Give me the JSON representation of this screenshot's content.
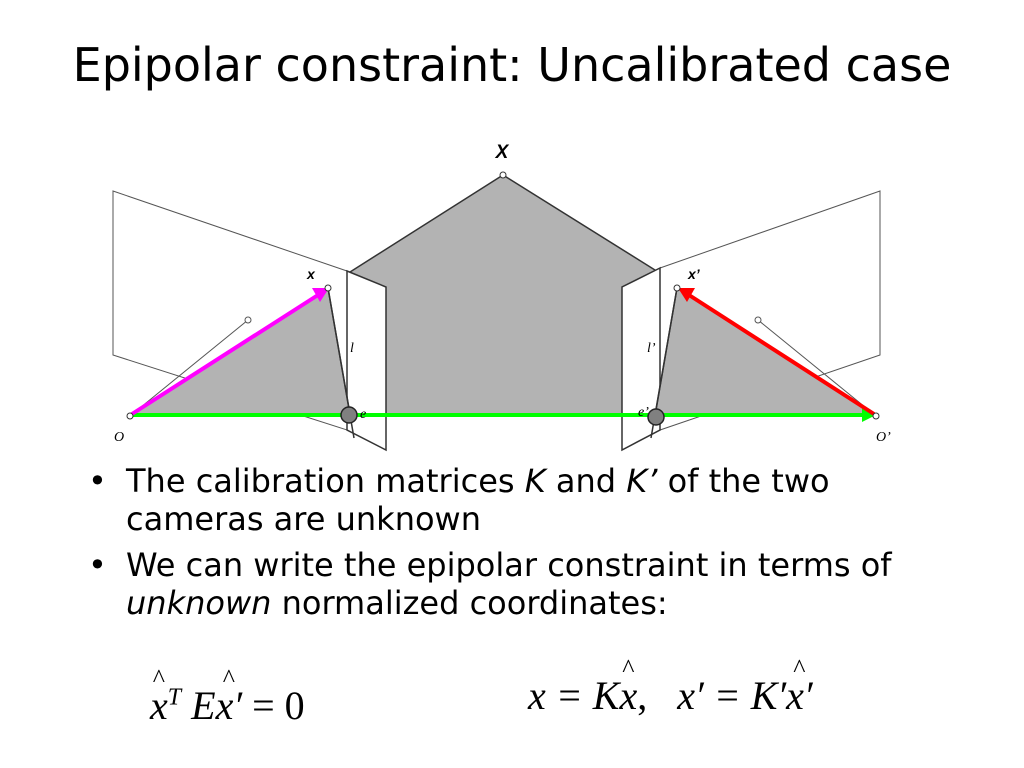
{
  "title": "Epipolar constraint: Uncalibrated case",
  "diagram": {
    "point_X": "X",
    "point_x": "x",
    "point_x_prime": "x’",
    "line_l": "l",
    "line_l_prime": "l’",
    "epipole_e": "e",
    "epipole_e_prime": "e’",
    "center_O": "O",
    "center_O_prime": "O’",
    "colors": {
      "plane_gray": "#b3b3b3",
      "magenta_arrow": "#ff00ff",
      "red_arrow": "#ff0000",
      "baseline_green": "#00ff00",
      "epipole_fill": "#808080"
    }
  },
  "bullets": {
    "b1_pre": "The calibration matrices ",
    "b1_K": "K",
    "b1_and": " and ",
    "b1_Kp": "K’",
    "b1_post": " of the two cameras are unknown",
    "b2_pre": "We can write the epipolar constraint in terms of ",
    "b2_em": "unknown",
    "b2_post": " normalized coordinates:"
  },
  "formula1": {
    "x": "x",
    "T": "T",
    "E": "E",
    "xprime": "x′",
    "eq": " = 0"
  },
  "formula2": {
    "lhs1": "x = K",
    "x": "x",
    "comma": ",",
    "lhs2": "x′ = K′",
    "xprime": "x′"
  }
}
